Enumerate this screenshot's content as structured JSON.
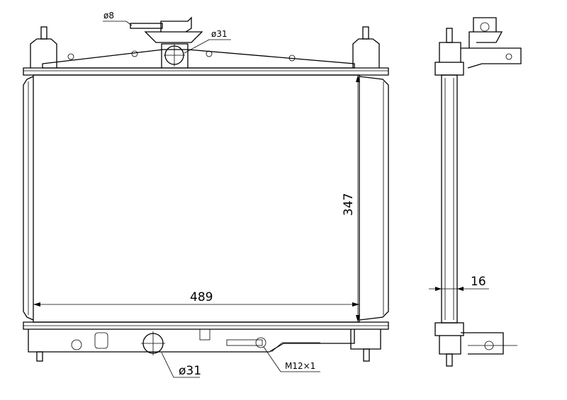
{
  "drawing": {
    "front_view": {
      "width_dim": "489",
      "height_dim": "347",
      "top_cap_pipe": "ø8",
      "top_inlet": "ø31",
      "bottom_outlet": "ø31",
      "drain_plug": "M12×1"
    },
    "side_view": {
      "depth_dim": "16"
    }
  }
}
